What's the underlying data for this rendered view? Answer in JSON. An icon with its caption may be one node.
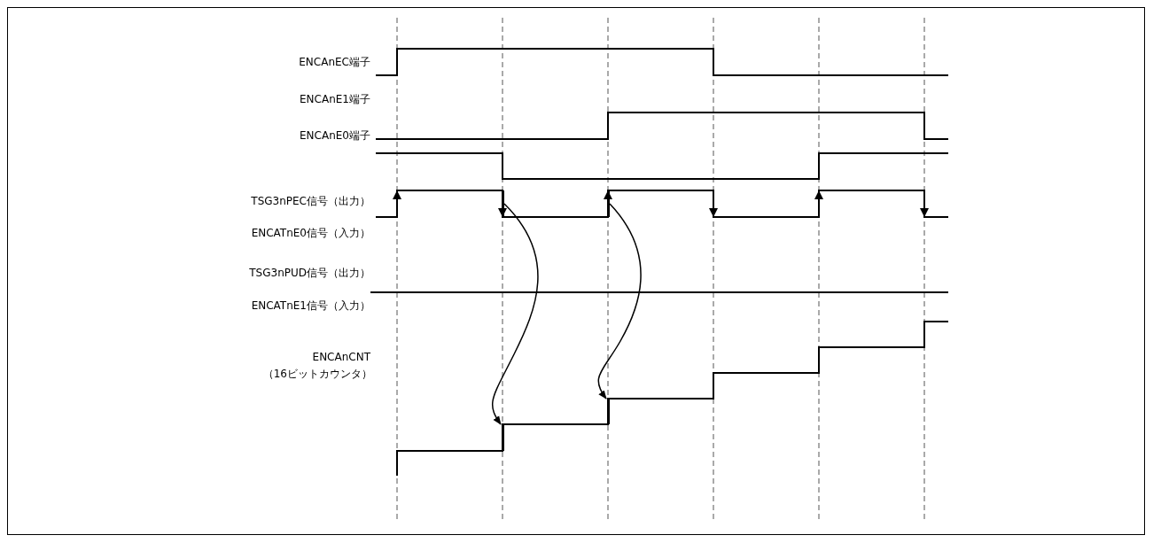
{
  "diagram": {
    "nodes": [
      {
        "text": [],
        "shape": "line"
      },
      {
        "text": [],
        "shape": "line"
      },
      {
        "text": [],
        "shape": "line"
      },
      {
        "text": [],
        "shape": "line"
      }
    ],
    "edges": [
      {
        "from": 0,
        "to": 3,
        "arrow": "to"
      },
      {
        "from": 1,
        "to": 2,
        "arrow": "to"
      }
    ],
    "labels": [
      "ENCAnEC端子",
      "ENCAnE1端子",
      "ENCAnE0端子",
      "TSG3nPEC信号（出力）",
      "ENCATnE0信号（入力）",
      "TSG3nPUD信号（出力）",
      "ENCATnE1信号（入力）",
      "ENCAnCNT",
      "（16ビットカウンタ）"
    ]
  }
}
